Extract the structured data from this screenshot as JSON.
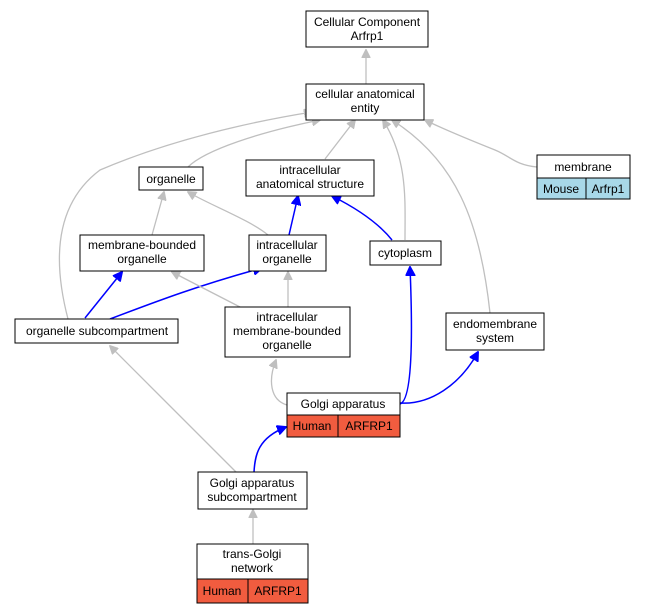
{
  "colors": {
    "is_a_edge": "#bfbfbf",
    "part_of_edge": "#0000ff",
    "human_annotation": "#f15c3f",
    "mouse_annotation": "#a8d8e8"
  },
  "nodes": {
    "cellular_component": [
      "Cellular Component",
      "Arfrp1"
    ],
    "cellular_anatomical_entity": [
      "cellular anatomical",
      "entity"
    ],
    "organelle": [
      "organelle"
    ],
    "intracellular_anatomical_structure": [
      "intracellular",
      "anatomical structure"
    ],
    "membrane": [
      "membrane"
    ],
    "membrane_bounded_organelle": [
      "membrane-bounded",
      "organelle"
    ],
    "intracellular_organelle": [
      "intracellular",
      "organelle"
    ],
    "cytoplasm": [
      "cytoplasm"
    ],
    "organelle_subcompartment": [
      "organelle subcompartment"
    ],
    "intracellular_membrane_bounded_organelle": [
      "intracellular",
      "membrane-bounded",
      "organelle"
    ],
    "endomembrane_system": [
      "endomembrane",
      "system"
    ],
    "golgi_apparatus": [
      "Golgi apparatus"
    ],
    "golgi_apparatus_subcompartment": [
      "Golgi apparatus",
      "subcompartment"
    ],
    "trans_golgi_network": [
      "trans-Golgi",
      "network"
    ]
  },
  "annotations": {
    "membrane": [
      "Mouse",
      "Arfrp1"
    ],
    "golgi_apparatus": [
      "Human",
      "ARFRP1"
    ],
    "trans_golgi_network": [
      "Human",
      "ARFRP1"
    ]
  }
}
